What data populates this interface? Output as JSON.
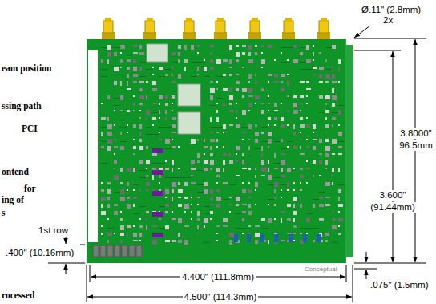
{
  "diagram": {
    "labels": [
      "eam position",
      "ssing path",
      "PCI",
      "ontend",
      "for",
      "ing of",
      "s",
      "1st row",
      ".400\" (10.16mm)",
      "rocessed",
      "Ø.11\" (2.8mm)",
      "2x",
      "3.8000\"",
      "96.5mm",
      "3.600\"",
      "(91.44mm)",
      "4.400\" (111.8mm)",
      "4.500\" (114.3mm)",
      ".075\" (1.5mm)",
      "Conceptual"
    ]
  }
}
